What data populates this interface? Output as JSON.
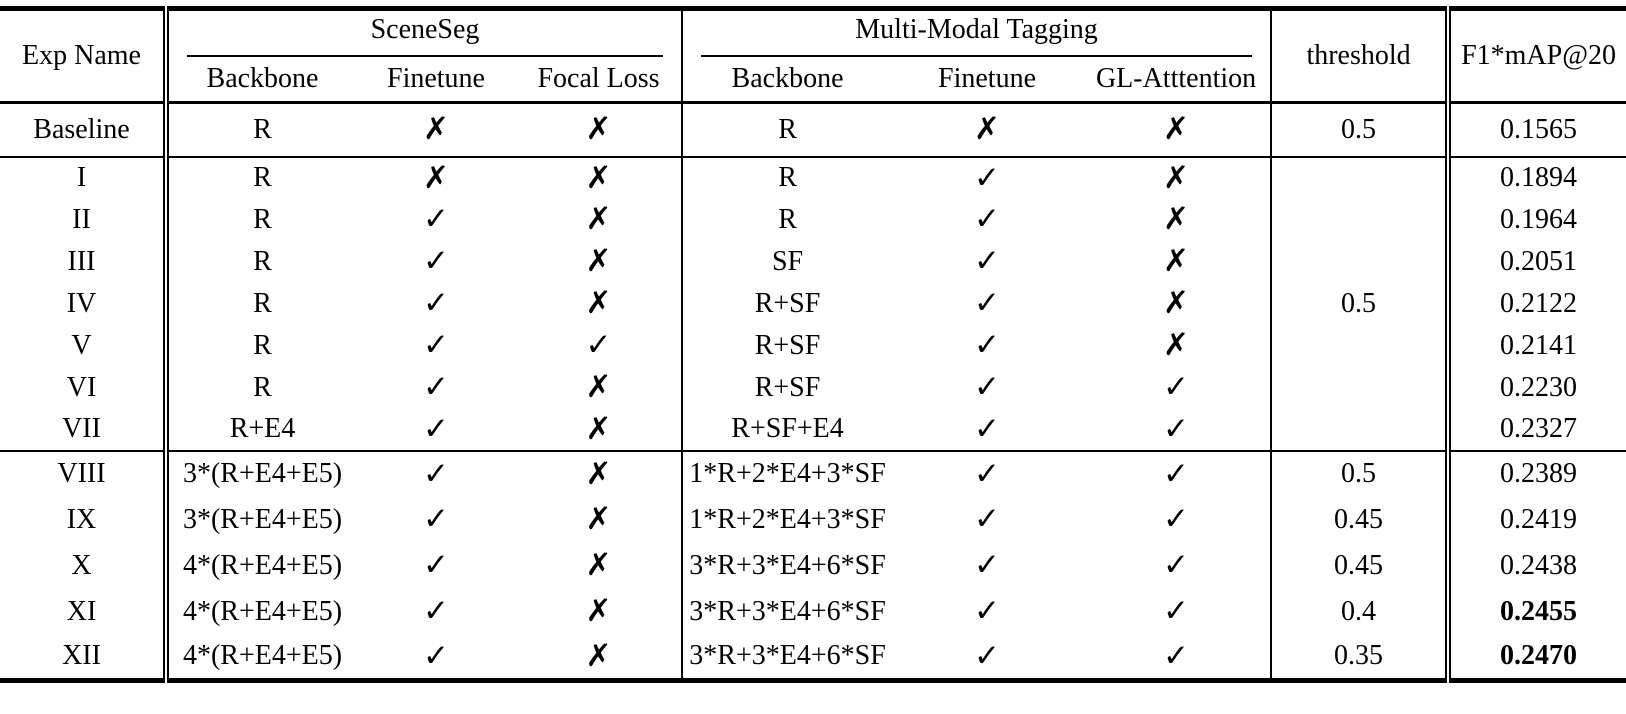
{
  "table": {
    "header": {
      "exp_name": "Exp Name",
      "group1": "SceneSeg",
      "group2": "Multi-Modal Tagging",
      "sub": [
        "Backbone",
        "Finetune",
        "Focal Loss",
        "Backbone",
        "Finetune",
        "GL-Atttention"
      ],
      "threshold": "threshold",
      "metric": "F1*mAP@20"
    },
    "symbols": {
      "yes": "✓",
      "no": "✗"
    },
    "sections": [
      {
        "rows": [
          {
            "name": "Baseline",
            "ss": [
              "R",
              "no",
              "no"
            ],
            "mmt": [
              "R",
              "no",
              "no"
            ],
            "threshold": "0.5",
            "f1": "0.1565",
            "bold": false
          }
        ]
      },
      {
        "threshold_merged": "0.5",
        "rows": [
          {
            "name": "I",
            "ss": [
              "R",
              "no",
              "no"
            ],
            "mmt": [
              "R",
              "yes",
              "no"
            ],
            "f1": "0.1894",
            "bold": false
          },
          {
            "name": "II",
            "ss": [
              "R",
              "yes",
              "no"
            ],
            "mmt": [
              "R",
              "yes",
              "no"
            ],
            "f1": "0.1964",
            "bold": false
          },
          {
            "name": "III",
            "ss": [
              "R",
              "yes",
              "no"
            ],
            "mmt": [
              "SF",
              "yes",
              "no"
            ],
            "f1": "0.2051",
            "bold": false
          },
          {
            "name": "IV",
            "ss": [
              "R",
              "yes",
              "no"
            ],
            "mmt": [
              "R+SF",
              "yes",
              "no"
            ],
            "f1": "0.2122",
            "bold": false
          },
          {
            "name": "V",
            "ss": [
              "R",
              "yes",
              "yes"
            ],
            "mmt": [
              "R+SF",
              "yes",
              "no"
            ],
            "f1": "0.2141",
            "bold": false
          },
          {
            "name": "VI",
            "ss": [
              "R",
              "yes",
              "no"
            ],
            "mmt": [
              "R+SF",
              "yes",
              "yes"
            ],
            "f1": "0.2230",
            "bold": false
          },
          {
            "name": "VII",
            "ss": [
              "R+E4",
              "yes",
              "no"
            ],
            "mmt": [
              "R+SF+E4",
              "yes",
              "yes"
            ],
            "f1": "0.2327",
            "bold": false
          }
        ]
      },
      {
        "rows": [
          {
            "name": "VIII",
            "ss": [
              "3*(R+E4+E5)",
              "yes",
              "no"
            ],
            "mmt": [
              "1*R+2*E4+3*SF",
              "yes",
              "yes"
            ],
            "threshold": "0.5",
            "f1": "0.2389",
            "bold": false
          },
          {
            "name": "IX",
            "ss": [
              "3*(R+E4+E5)",
              "yes",
              "no"
            ],
            "mmt": [
              "1*R+2*E4+3*SF",
              "yes",
              "yes"
            ],
            "threshold": "0.45",
            "f1": "0.2419",
            "bold": false
          },
          {
            "name": "X",
            "ss": [
              "4*(R+E4+E5)",
              "yes",
              "no"
            ],
            "mmt": [
              "3*R+3*E4+6*SF",
              "yes",
              "yes"
            ],
            "threshold": "0.45",
            "f1": "0.2438",
            "bold": false
          },
          {
            "name": "XI",
            "ss": [
              "4*(R+E4+E5)",
              "yes",
              "no"
            ],
            "mmt": [
              "3*R+3*E4+6*SF",
              "yes",
              "yes"
            ],
            "threshold": "0.4",
            "f1": "0.2455",
            "bold": true
          },
          {
            "name": "XII",
            "ss": [
              "4*(R+E4+E5)",
              "yes",
              "no"
            ],
            "mmt": [
              "3*R+3*E4+6*SF",
              "yes",
              "yes"
            ],
            "threshold": "0.35",
            "f1": "0.2470",
            "bold": true
          }
        ]
      }
    ]
  }
}
